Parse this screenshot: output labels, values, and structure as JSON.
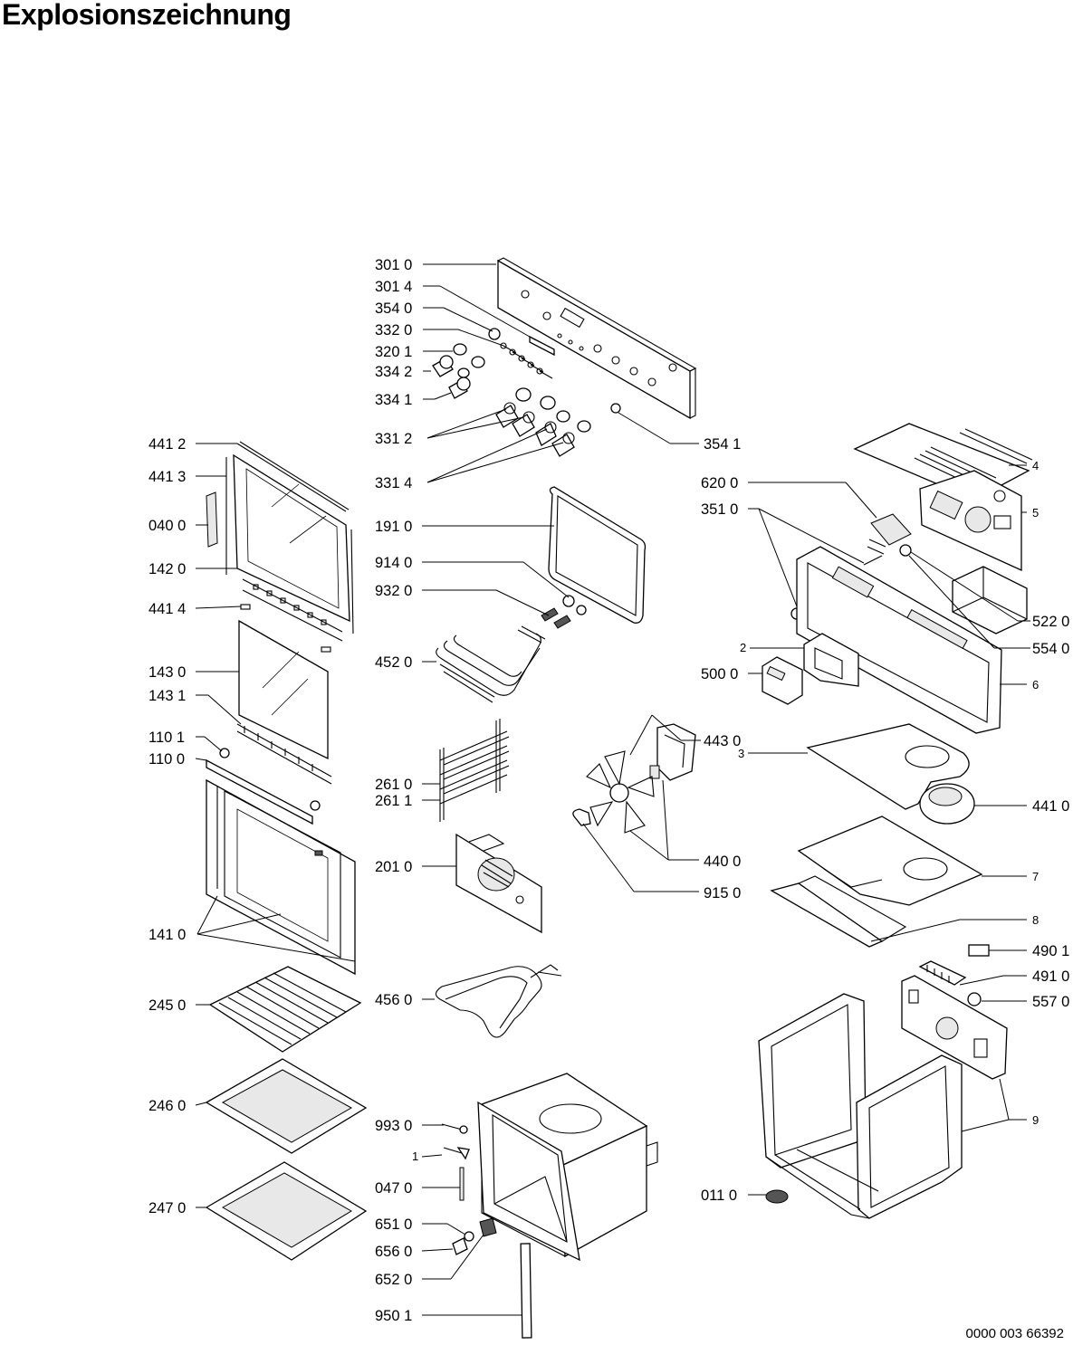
{
  "title": "Explosionszeichnung",
  "document_number": "0000 003 66392",
  "labels": {
    "l3010": "301 0",
    "l3014": "301 4",
    "l3540": "354 0",
    "l3320": "332 0",
    "l3201": "320 1",
    "l3342": "334 2",
    "l3341": "334 1",
    "l3312": "331 2",
    "l3314": "331 4",
    "l3541": "354 1",
    "l4412": "441 2",
    "l4413": "441 3",
    "l0400": "040 0",
    "l1420": "142 0",
    "l4414": "441 4",
    "l1430": "143 0",
    "l1431": "143 1",
    "l1101": "110 1",
    "l1100": "110 0",
    "l1410": "141 0",
    "l2450": "245 0",
    "l2460": "246 0",
    "l2470": "247 0",
    "l1910": "191 0",
    "l9140": "914 0",
    "l9320": "932 0",
    "l4520": "452 0",
    "l2610": "261 0",
    "l2611": "261 1",
    "l2010": "201 0",
    "l4560": "456 0",
    "l9930": "993 0",
    "l1": "1",
    "l0470": "047 0",
    "l6510": "651 0",
    "l6560": "656 0",
    "l6520": "652 0",
    "l9501": "950 1",
    "l4430": "443 0",
    "l4400": "440 0",
    "l9150": "915 0",
    "l4": "4",
    "l5": "5",
    "l6200": "620 0",
    "l3510": "351 0",
    "l5220": "522 0",
    "l5540": "554 0",
    "l2": "2",
    "l5000": "500 0",
    "l6": "6",
    "l3": "3",
    "l4410": "441 0",
    "l7": "7",
    "l8": "8",
    "l4901": "490 1",
    "l4910": "491 0",
    "l5570": "557 0",
    "l9": "9",
    "l0110": "011 0"
  }
}
